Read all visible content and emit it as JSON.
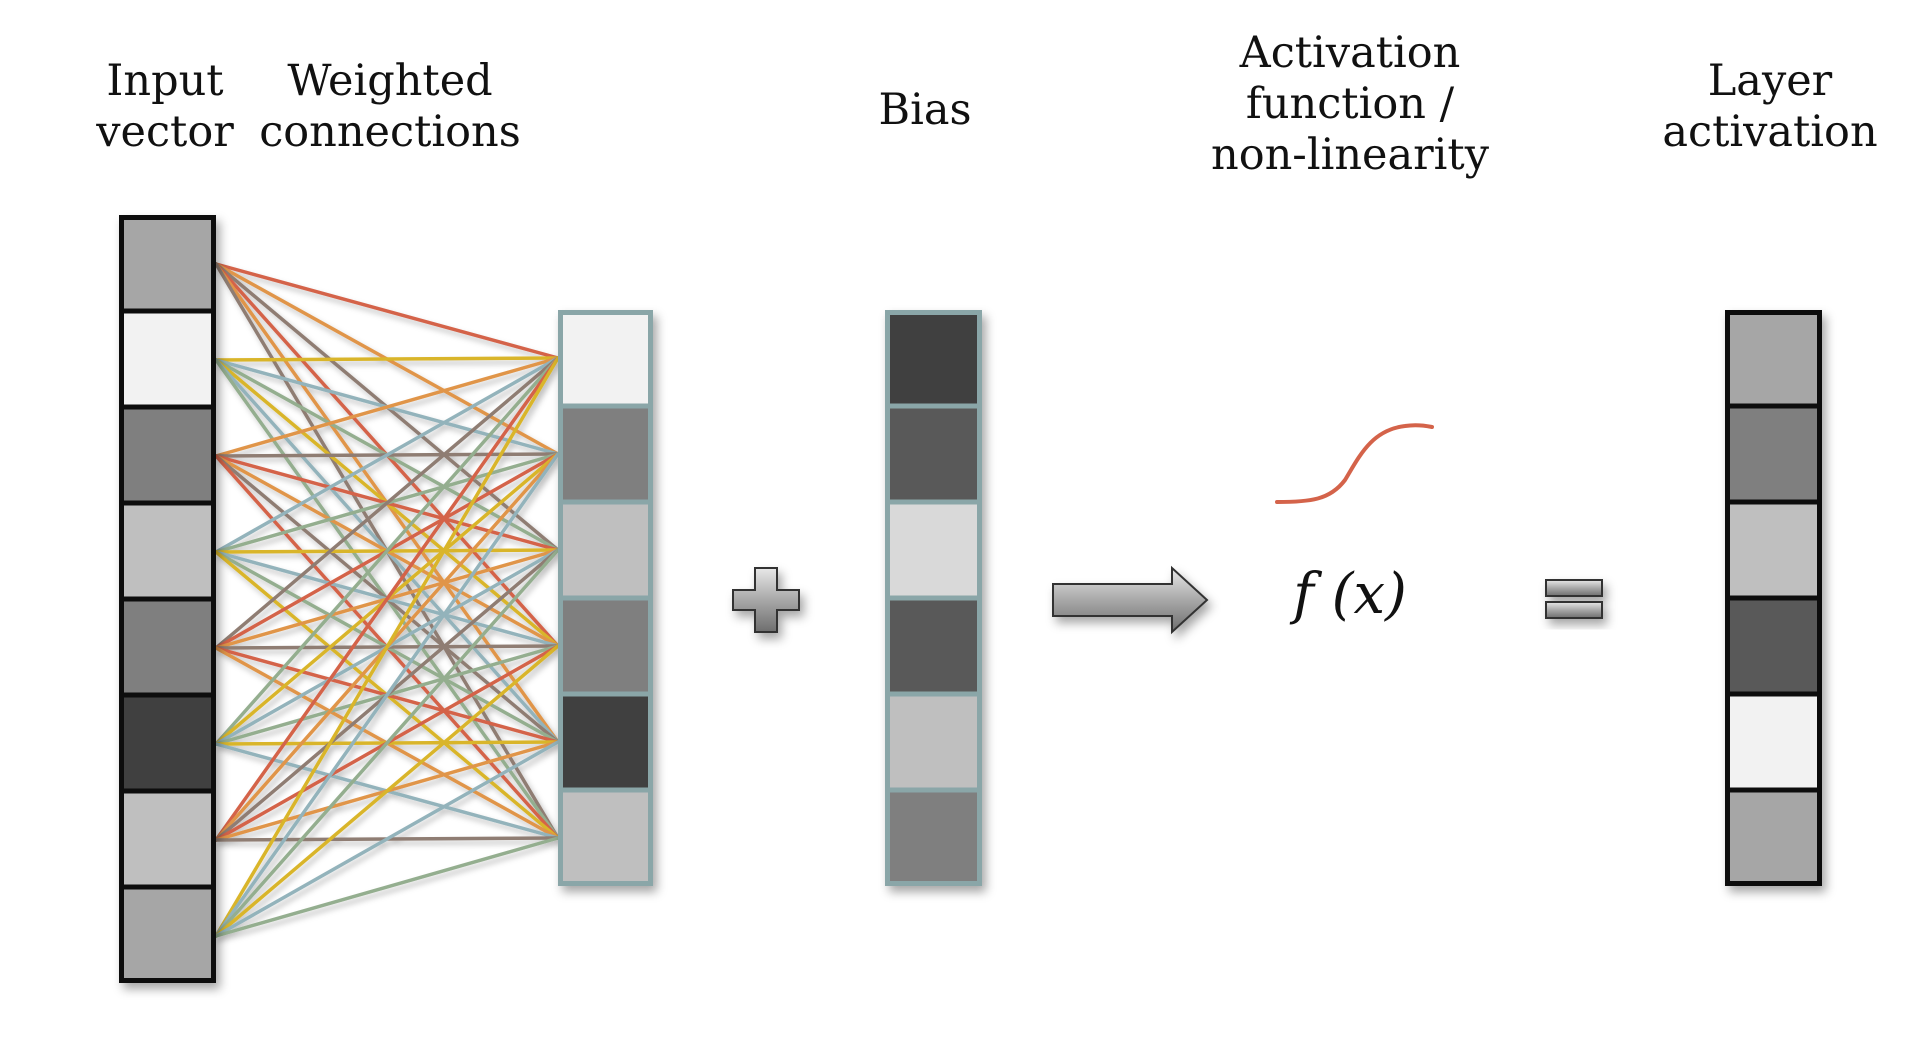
{
  "labels": {
    "input_vector": [
      "Input",
      "vector"
    ],
    "weighted_connections": [
      "Weighted",
      "connections"
    ],
    "bias": "Bias",
    "activation_function": [
      "Activation",
      "function /",
      "non-linearity"
    ],
    "layer_activation": [
      "Layer",
      "activation"
    ]
  },
  "formula": "f (x)",
  "operators": {
    "plus": "plus-icon",
    "arrow": "right-arrow-icon",
    "equals": "equals-icon"
  },
  "colors": {
    "input_border": "#111111",
    "hidden_border": "#8aa6a8",
    "bias_border": "#8aa6a8",
    "output_border": "#111111",
    "activation_curve": "#d4634a",
    "connection_palette": [
      "#d4634a",
      "#d9b52a",
      "#e0954a",
      "#93b3bb",
      "#8f7d73",
      "#94ae8f"
    ]
  },
  "vectors": {
    "input": [
      "#a6a6a6",
      "#f2f2f2",
      "#7f7f7f",
      "#bfbfbf",
      "#7f7f7f",
      "#404040",
      "#bfbfbf",
      "#a6a6a6"
    ],
    "weighted": [
      "#f2f2f2",
      "#7f7f7f",
      "#bfbfbf",
      "#7f7f7f",
      "#404040",
      "#bfbfbf"
    ],
    "bias": [
      "#404040",
      "#595959",
      "#d9d9d9",
      "#595959",
      "#bfbfbf",
      "#7f7f7f"
    ],
    "output": [
      "#a6a6a6",
      "#7f7f7f",
      "#bfbfbf",
      "#595959",
      "#f2f2f2",
      "#a6a6a6"
    ]
  }
}
